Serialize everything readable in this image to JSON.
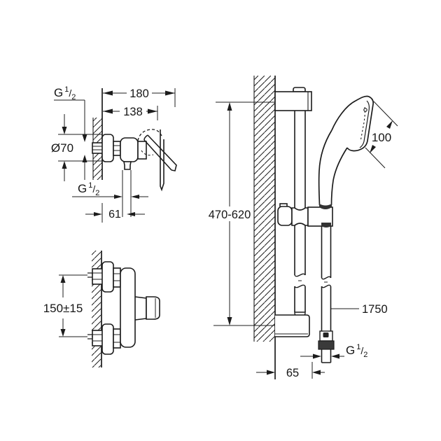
{
  "canvas": {
    "background": "#ffffff",
    "ink": "#1c1c1c",
    "dark_fill": "#3a3a3a"
  },
  "views": {
    "mixer_side": {
      "title": "shower-mixer-side-view",
      "dims": {
        "inlet_thread": {
          "prefix": "G",
          "numerator": "1",
          "separator": "/",
          "denominator": "2"
        },
        "outlet_thread": {
          "prefix": "G",
          "numerator": "1",
          "separator": "/",
          "denominator": "2"
        },
        "overall_depth": "180",
        "body_depth": "138",
        "escutcheon_diameter": "Ø70",
        "outlet_offset": "61"
      }
    },
    "mixer_front": {
      "title": "shower-mixer-front-view",
      "dims": {
        "connection_spacing": "150±15"
      }
    },
    "rail": {
      "title": "shower-rail-with-hand-shower",
      "dims": {
        "head_diameter": "100",
        "bar_span": "470-620",
        "hose_length": "1750",
        "hose_thread": {
          "prefix": "G",
          "numerator": "1",
          "separator": "/",
          "denominator": "2"
        },
        "wall_distance": "65"
      }
    }
  }
}
